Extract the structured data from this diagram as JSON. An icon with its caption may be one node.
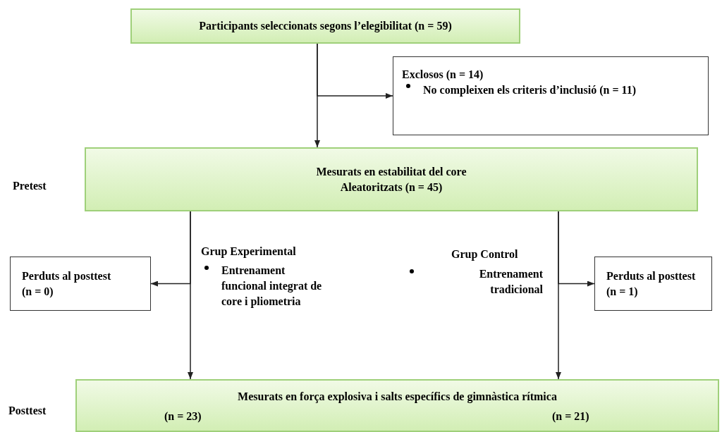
{
  "diagram": {
    "nodes": [
      {
        "text": [
          "Participants seleccionats segons l’elegibilitat (n = 59)"
        ]
      },
      {
        "text": [
          "Exclosos (n = 14)",
          "No compleixen els criteris d’inclusió (n = 11)"
        ]
      },
      {
        "text": [
          "Mesurats en estabilitat del core",
          "Aleatoritzats (n = 45)"
        ]
      },
      {
        "text": [
          "Perduts al posttest (n = 0)"
        ]
      },
      {
        "text": [
          "Perduts al posttest (n = 1)"
        ]
      },
      {
        "text": [
          "Mesurats en força explosiva i salts específics de gimnàstica rítmica",
          "(n = 23)",
          "(n = 21)"
        ]
      }
    ],
    "edges": [
      {
        "from": 0,
        "to": 2,
        "arrow": "to"
      },
      {
        "from": 0,
        "to": 1,
        "arrow": "to"
      },
      {
        "from": 2,
        "to": 5,
        "arrow": "to"
      },
      {
        "from": 2,
        "to": 3,
        "arrow": "to"
      },
      {
        "from": 2,
        "to": 5,
        "arrow": "to"
      },
      {
        "from": 2,
        "to": 4,
        "arrow": "to"
      }
    ],
    "labels": [
      "Pretest",
      "Grup Experimental",
      "Entrenament funcional integrat de core i pliometria",
      "Grup Control",
      "Entrenament tradicional",
      "Posttest"
    ]
  }
}
